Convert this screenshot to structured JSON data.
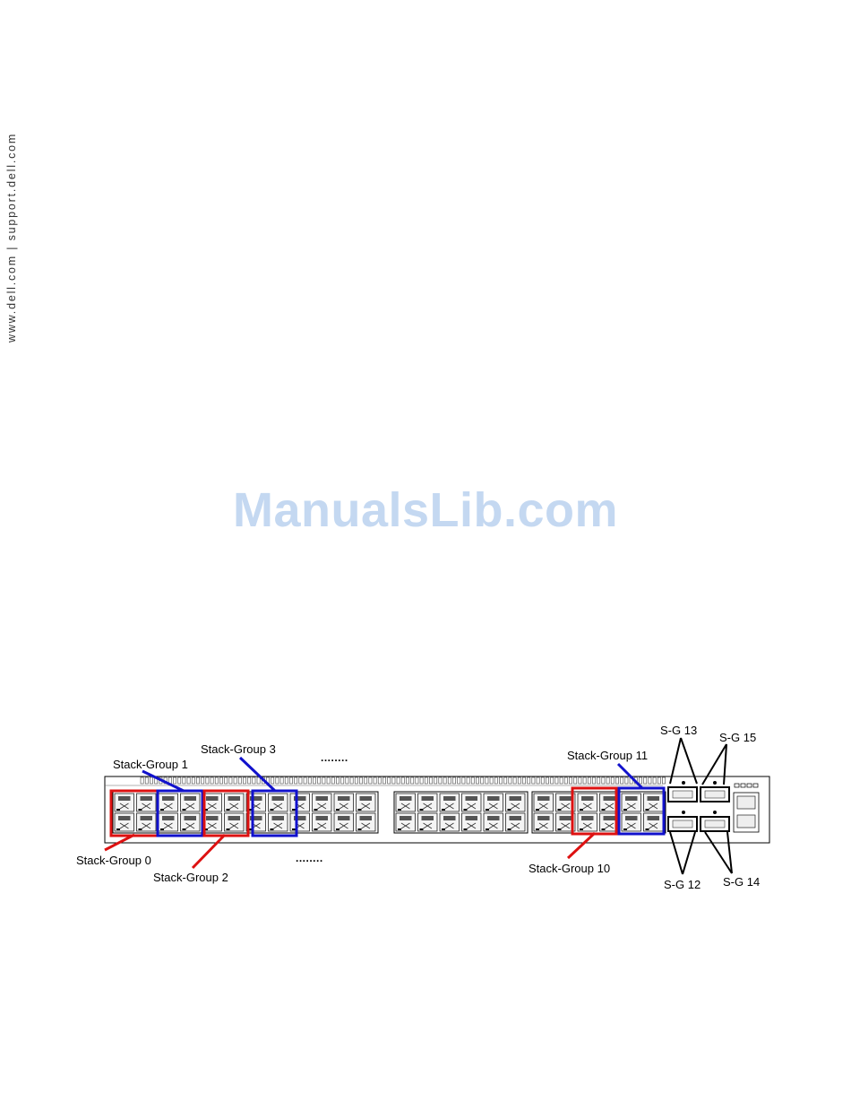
{
  "side_text": "www.dell.com  |  support.dell.com",
  "watermark": "ManualsLib.com",
  "diagram": {
    "dots_top": "........",
    "dots_bottom": "........",
    "labels": {
      "sg0": "Stack-Group 0",
      "sg1": "Stack-Group 1",
      "sg2": "Stack-Group 2",
      "sg3": "Stack-Group 3",
      "sg10": "Stack-Group 10",
      "sg11": "Stack-Group 11",
      "sg12": "S-G 12",
      "sg13": "S-G 13",
      "sg14": "S-G 14",
      "sg15": "S-G 15"
    },
    "colors": {
      "red": "#dd1111",
      "blue": "#1111cc",
      "line": "#000000"
    }
  }
}
